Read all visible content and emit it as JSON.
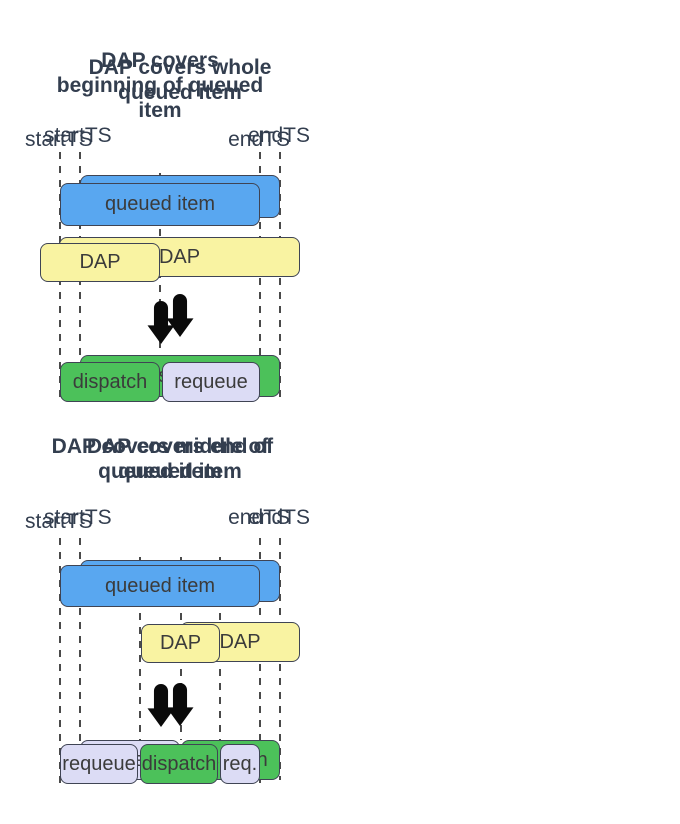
{
  "colors": {
    "queued": "#59A7F0",
    "dap": "#F9F3A2",
    "dispatch": "#4CC15A",
    "requeue": "#DCDCF5",
    "border": "#3F4454",
    "bar_text": "#3B3B3B",
    "label_text": "#333E4F",
    "dash": "#4A4A4A",
    "arrow": "#0A0A0A"
  },
  "panels": [
    {
      "title": "DAP covers whole\nqueued item",
      "start_label": "startTS",
      "end_label": "endTS",
      "queued_label": "queued item",
      "dap_label": "DAP",
      "results": [
        {
          "label": "dispatch",
          "type": "dispatch"
        }
      ]
    },
    {
      "title": "DAP covers\nbeginning of queued\nitem",
      "start_label": "startTS",
      "end_label": "endTS",
      "queued_label": "queued item",
      "dap_label": "DAP",
      "results": [
        {
          "label": "dispatch",
          "type": "dispatch"
        },
        {
          "label": "requeue",
          "type": "requeue"
        }
      ]
    },
    {
      "title": "DAP covers end of\nqueued item",
      "start_label": "startTS",
      "end_label": "endTS",
      "queued_label": "queued item",
      "dap_label": "DAP",
      "results": [
        {
          "label": "requeue",
          "type": "requeue"
        },
        {
          "label": "dispatch",
          "type": "dispatch"
        }
      ]
    },
    {
      "title": "DAP covers middle of\nqueued item",
      "start_label": "startTS",
      "end_label": "endTS",
      "queued_label": "queued item",
      "dap_label": "DAP",
      "results": [
        {
          "label": "requeue",
          "type": "requeue"
        },
        {
          "label": "dispatch",
          "type": "dispatch"
        },
        {
          "label": "req.",
          "type": "requeue"
        }
      ]
    }
  ]
}
